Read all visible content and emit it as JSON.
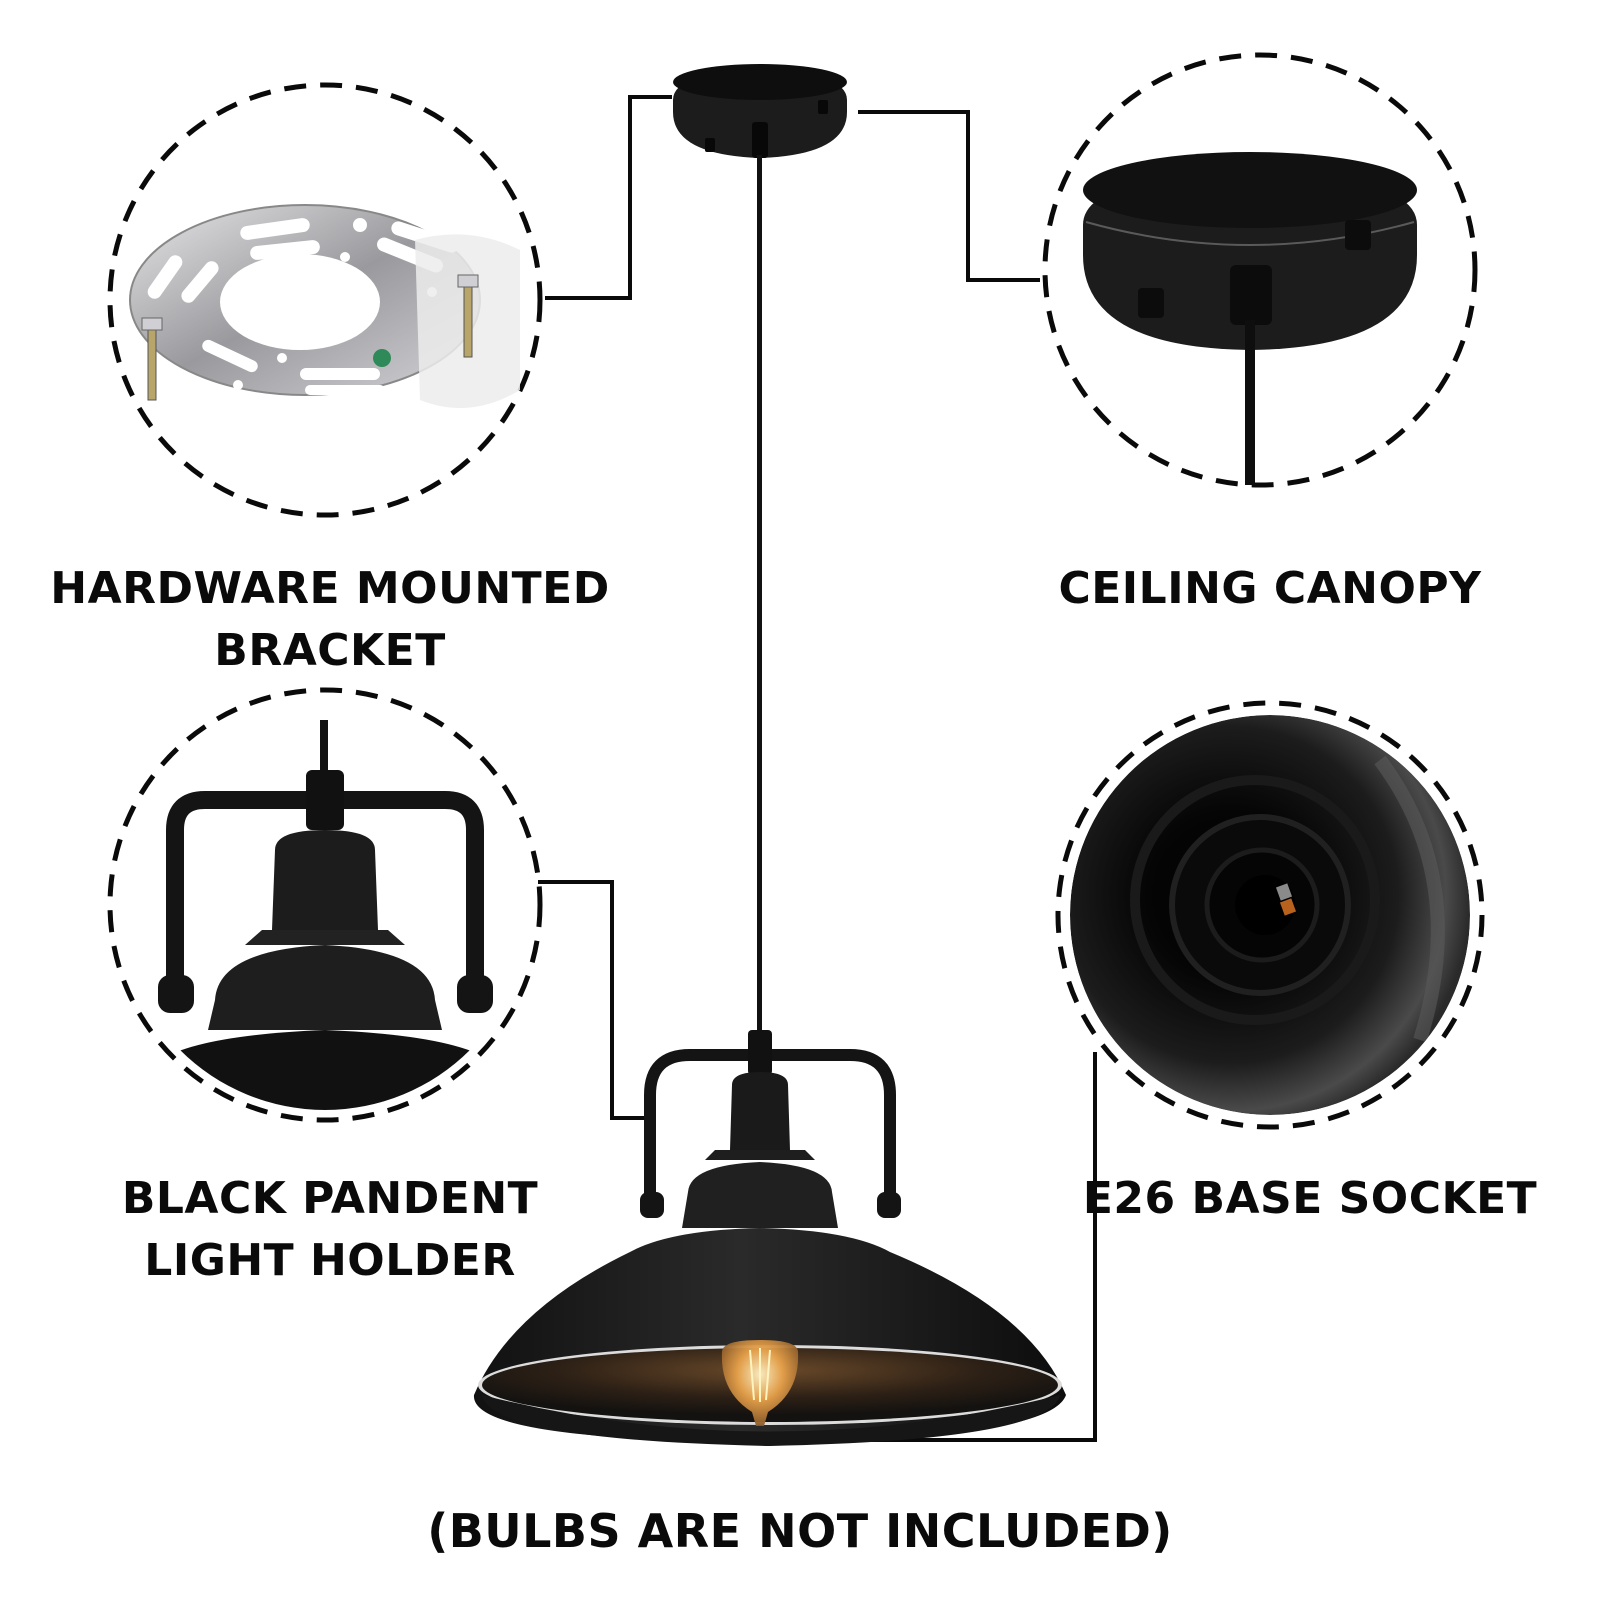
{
  "labels": {
    "bracket": {
      "line1": "HARDWARE MOUNTED",
      "line2": "BRACKET"
    },
    "canopy": {
      "line1": "CEILING CANOPY"
    },
    "holder": {
      "line1": "BLACK PANDENT",
      "line2": "LIGHT HOLDER"
    },
    "socket": {
      "line1": "E26 BASE SOCKET"
    },
    "footer": "(BULBS ARE NOT INCLUDED)"
  },
  "callouts": [
    {
      "id": "bracket",
      "icon": "mounting-bracket-icon"
    },
    {
      "id": "canopy",
      "icon": "ceiling-canopy-icon"
    },
    {
      "id": "holder",
      "icon": "pendant-holder-icon"
    },
    {
      "id": "socket",
      "icon": "e26-socket-icon"
    }
  ],
  "colors": {
    "background": "#ffffff",
    "ink": "#0a0a0a",
    "metal_black": "#1a1a1a",
    "bracket_silver": "#c9c9cc",
    "bulb_glow": "#e8a24a"
  }
}
